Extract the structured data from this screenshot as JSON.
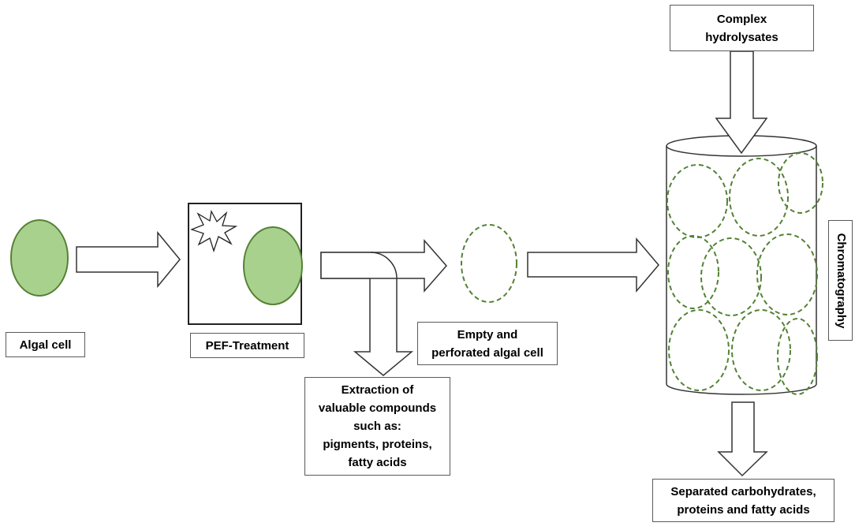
{
  "labels": {
    "algal_cell": "Algal cell",
    "pef_treatment": "PEF-Treatment",
    "empty_cell": "Empty and\nperforated algal cell",
    "extraction": "Extraction of\nvaluable compounds\nsuch as:\npigments, proteins,\nfatty acids",
    "complex_hydrolysates": "Complex\nhydrolysates",
    "chromatography": "Chromatography",
    "separated": "Separated carbohydrates,\nproteins and fatty acids"
  },
  "colors": {
    "cell_fill": "#a9d18e",
    "cell_stroke": "#548235",
    "dashed_stroke": "#548235",
    "outline": "#333333"
  }
}
